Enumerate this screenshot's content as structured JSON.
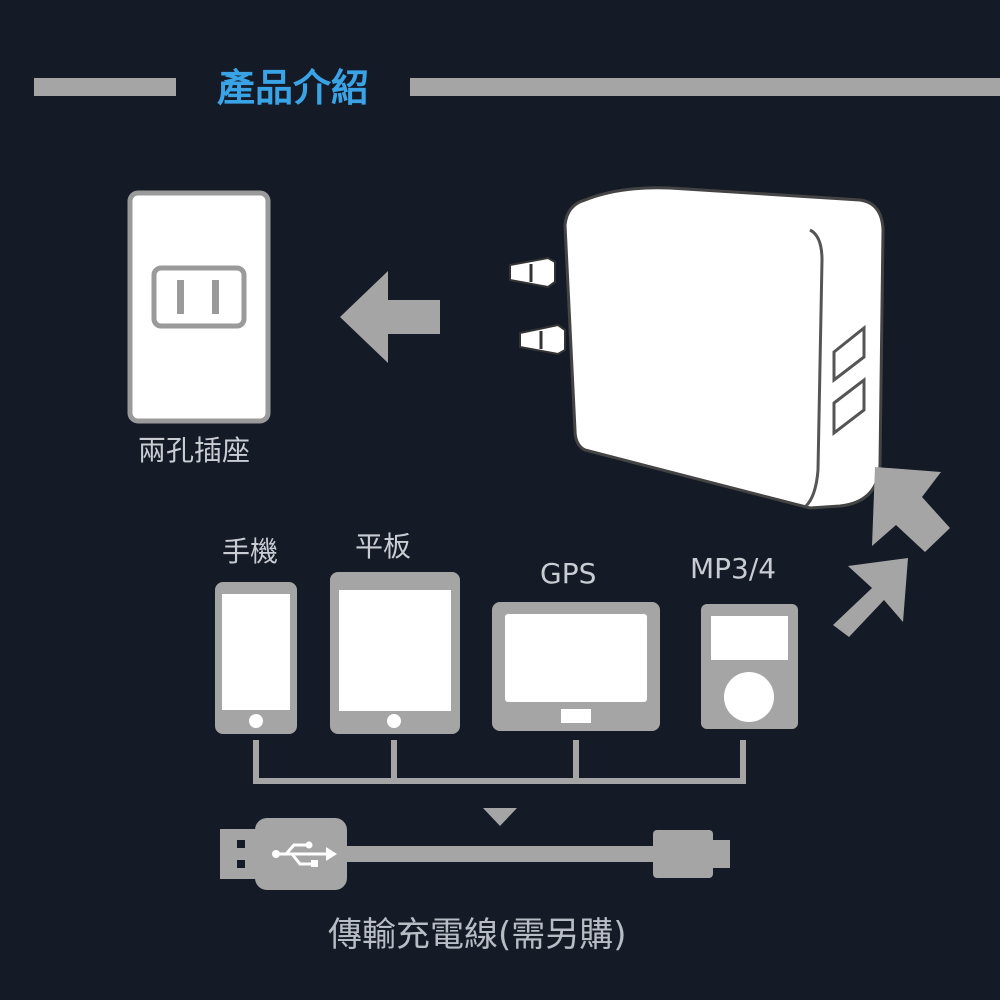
{
  "header": {
    "title": "產品介紹"
  },
  "socket": {
    "label": "兩孔插座"
  },
  "devices": [
    {
      "label": "手機"
    },
    {
      "label": "平板"
    },
    {
      "label": "GPS"
    },
    {
      "label": "MP3/4"
    }
  ],
  "cable": {
    "label": "傳輸充電線(需另購)"
  },
  "colors": {
    "background": "#141a26",
    "accent": "#3aa3e6",
    "device_gray": "#a5a5a5",
    "device_screen": "#ffffff",
    "label_text": "#c9ccd2"
  }
}
